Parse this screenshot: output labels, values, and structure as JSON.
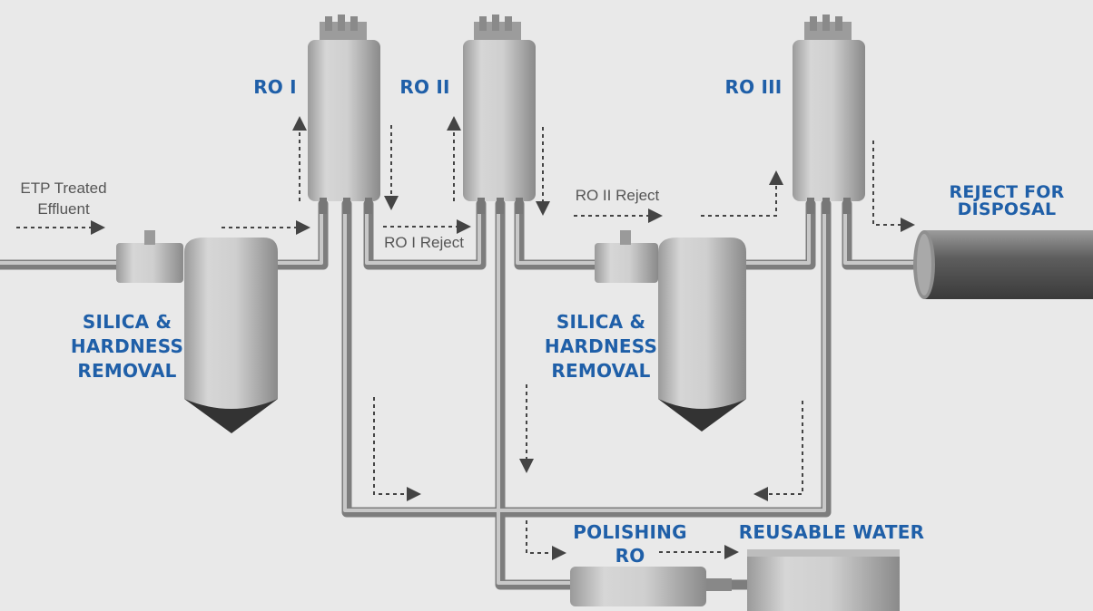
{
  "labels": {
    "ro1": "RO I",
    "ro2": "RO II",
    "ro3": "RO III",
    "reject_disposal": [
      "REJECT FOR",
      "DISPOSAL"
    ],
    "silica1": [
      "SILICA &",
      "HARDNESS",
      "REMOVAL"
    ],
    "silica2": [
      "SILICA &",
      "HARDNESS",
      "REMOVAL"
    ],
    "polishing": [
      "POLISHING",
      "RO"
    ],
    "reusable": "REUSABLE WATER"
  },
  "notes": {
    "etp": [
      "ETP Treated",
      "Effluent"
    ],
    "ro1_reject": "RO I Reject",
    "ro2_reject": "RO II Reject"
  },
  "colors": {
    "label_blue": "#1f5fa8",
    "note_gray": "#555555",
    "arrow": "#444444",
    "background": "#e9e9e9"
  }
}
